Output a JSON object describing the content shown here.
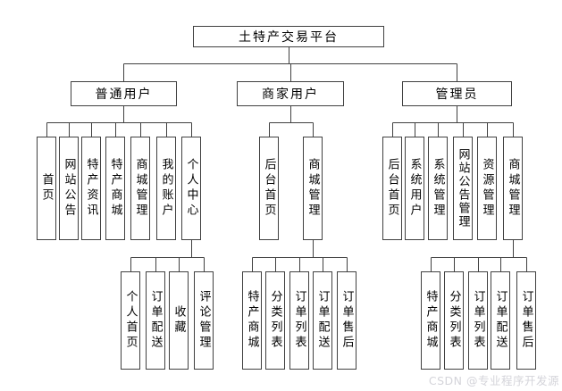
{
  "diagram": {
    "root_label": "土特产交易平台",
    "branches": [
      {
        "label": "普通用户",
        "children": [
          "首页",
          "网站公告",
          "特产资讯",
          "特产商城",
          "商城管理",
          "我的账户",
          "个人中心"
        ],
        "sub_parent": "个人中心",
        "sub_children": [
          "个人首页",
          "订单配送",
          "收藏",
          "评论管理"
        ]
      },
      {
        "label": "商家用户",
        "children": [
          "后台首页",
          "商城管理"
        ],
        "sub_parent": "商城管理",
        "sub_children": [
          "特产商城",
          "分类列表",
          "订单列表",
          "订单配送",
          "订单售后"
        ]
      },
      {
        "label": "管理员",
        "children": [
          "后台首页",
          "系统用户",
          "系统管理",
          "网站公告管理",
          "资源管理",
          "商城管理"
        ],
        "sub_parent": "商城管理",
        "sub_children": [
          "特产商城",
          "分类列表",
          "订单列表",
          "订单配送",
          "订单售后"
        ]
      }
    ]
  },
  "colors": {
    "box_border": "#404040",
    "connector_line": "#404040",
    "text": "#000000",
    "watermark": "#d4d4da",
    "background": "#ffffff"
  },
  "watermark": "CSDN @专业程序开发源"
}
